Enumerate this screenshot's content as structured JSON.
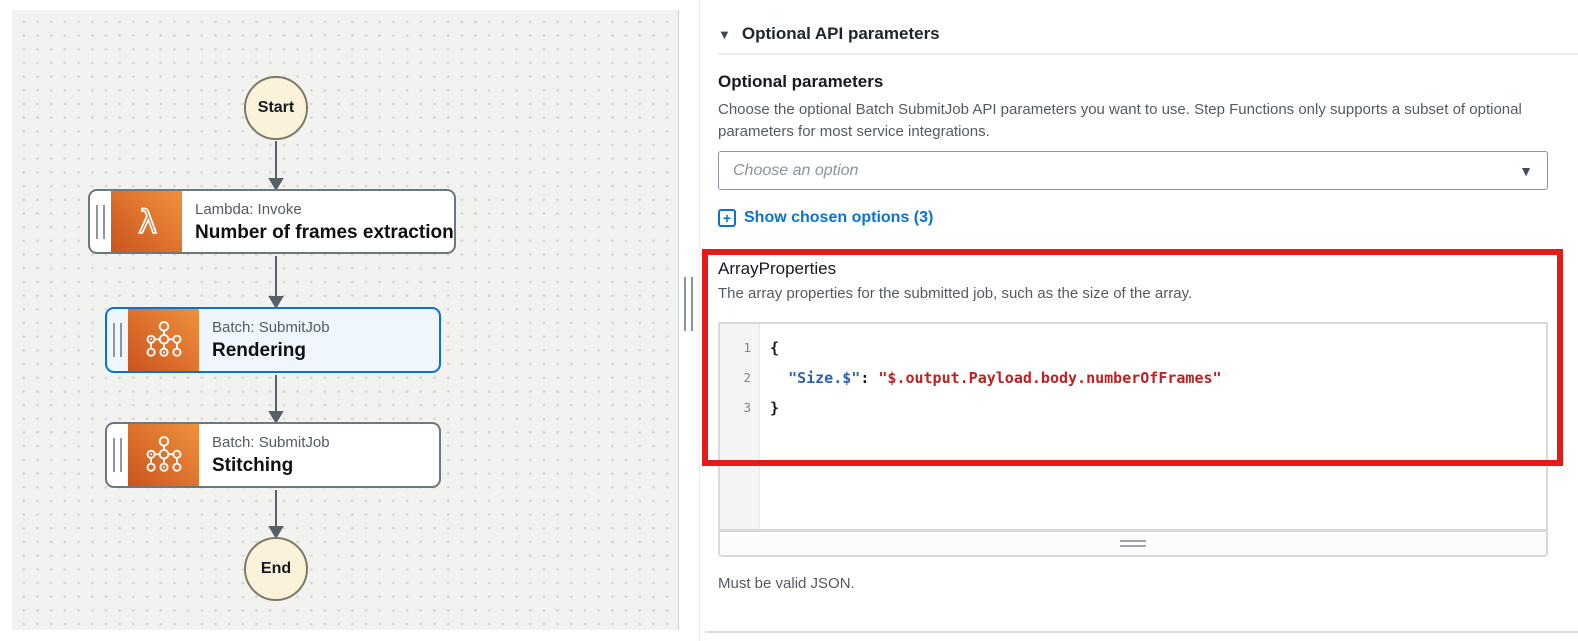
{
  "canvas": {
    "nodes": {
      "start": {
        "label": "Start"
      },
      "lambda": {
        "service": "Lambda: Invoke",
        "name": "Number of frames extraction"
      },
      "rendering": {
        "service": "Batch: SubmitJob",
        "name": "Rendering",
        "selected": true
      },
      "stitching": {
        "service": "Batch: SubmitJob",
        "name": "Stitching"
      },
      "end": {
        "label": "End"
      }
    }
  },
  "panel": {
    "section_title": "Optional API parameters",
    "optional_params": {
      "label": "Optional parameters",
      "description": "Choose the optional Batch SubmitJob API parameters you want to use. Step Functions only supports a subset of optional parameters for most service integrations.",
      "dropdown_placeholder": "Choose an option",
      "show_chosen_label": "Show chosen options (3)",
      "plus_glyph": "+"
    },
    "array_properties": {
      "label": "ArrayProperties",
      "description": "The array properties for the submitted job, such as the size of the array.",
      "validation_hint": "Must be valid JSON.",
      "editor": {
        "lines": [
          {
            "num": "1",
            "segments": [
              {
                "t": "{",
                "c": "p"
              }
            ]
          },
          {
            "num": "2",
            "segments": [
              {
                "t": "  ",
                "c": "p"
              },
              {
                "t": "\"Size.$\"",
                "c": "k"
              },
              {
                "t": ": ",
                "c": "p"
              },
              {
                "t": "\"$.output.Payload.body.numberOfFrames\"",
                "c": "s"
              }
            ]
          },
          {
            "num": "3",
            "segments": [
              {
                "t": "}",
                "c": "p"
              }
            ]
          }
        ]
      }
    }
  },
  "glyphs": {
    "header_caret": "▼",
    "select_caret": "▼"
  },
  "colors": {
    "annotation_red": "#E21B1B",
    "link_blue": "#0972D3",
    "selected_border": "#0972D3",
    "service_gradient_start": "#CB541E",
    "service_gradient_end": "#F0913D",
    "start_end_fill": "#FAF3D9",
    "code_key": "#2F5FB0",
    "code_string": "#BE2020",
    "canvas_bg": "#F2F2F0"
  }
}
